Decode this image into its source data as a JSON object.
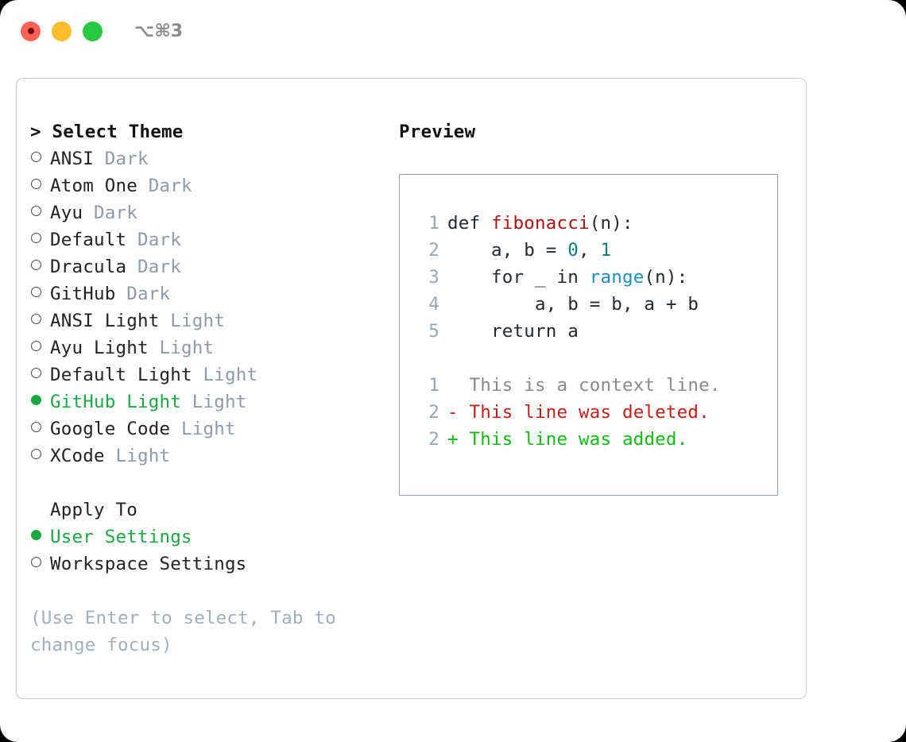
{
  "titlebar": {
    "shortcut": "⌥⌘3",
    "lights": [
      {
        "name": "close",
        "color": "#ff6159"
      },
      {
        "name": "minimize",
        "color": "#ffbd2e"
      },
      {
        "name": "maximize",
        "color": "#28c840"
      }
    ]
  },
  "theme_picker": {
    "heading": "> Select Theme",
    "items": [
      {
        "name": "ANSI",
        "tag": "Dark",
        "selected": false
      },
      {
        "name": "Atom One",
        "tag": "Dark",
        "selected": false
      },
      {
        "name": "Ayu",
        "tag": "Dark",
        "selected": false
      },
      {
        "name": "Default",
        "tag": "Dark",
        "selected": false
      },
      {
        "name": "Dracula",
        "tag": "Dark",
        "selected": false
      },
      {
        "name": "GitHub",
        "tag": "Dark",
        "selected": false
      },
      {
        "name": "ANSI Light",
        "tag": "Light",
        "selected": false
      },
      {
        "name": "Ayu Light",
        "tag": "Light",
        "selected": false
      },
      {
        "name": "Default Light",
        "tag": "Light",
        "selected": false
      },
      {
        "name": "GitHub Light",
        "tag": "Light",
        "selected": true
      },
      {
        "name": "Google Code",
        "tag": "Light",
        "selected": false
      },
      {
        "name": "XCode",
        "tag": "Light",
        "selected": false
      }
    ]
  },
  "apply_to": {
    "label": "Apply To",
    "options": [
      {
        "name": "User Settings",
        "selected": true
      },
      {
        "name": "Workspace Settings",
        "selected": false
      }
    ]
  },
  "hint": "(Use Enter to select, Tab to change focus)",
  "preview": {
    "title": "Preview",
    "code_lines": [
      {
        "no": "1",
        "tokens": [
          {
            "t": "def ",
            "c": "tok-plain"
          },
          {
            "t": "fibonacci",
            "c": "tok-func"
          },
          {
            "t": "(n):",
            "c": "tok-plain"
          }
        ]
      },
      {
        "no": "2",
        "tokens": [
          {
            "t": "    a, b = ",
            "c": "tok-plain"
          },
          {
            "t": "0",
            "c": "tok-num"
          },
          {
            "t": ", ",
            "c": "tok-plain"
          },
          {
            "t": "1",
            "c": "tok-num"
          }
        ]
      },
      {
        "no": "3",
        "tokens": [
          {
            "t": "    for _ in ",
            "c": "tok-plain"
          },
          {
            "t": "range",
            "c": "tok-call"
          },
          {
            "t": "(n):",
            "c": "tok-plain"
          }
        ]
      },
      {
        "no": "4",
        "tokens": [
          {
            "t": "        a, b = b, a + b",
            "c": "tok-plain"
          }
        ]
      },
      {
        "no": "5",
        "tokens": [
          {
            "t": "    return a",
            "c": "tok-plain"
          }
        ]
      }
    ],
    "diff_lines": [
      {
        "no": "1",
        "marker": "  ",
        "text": "This is a context line.",
        "kind": "diff-ctx"
      },
      {
        "no": "2",
        "marker": "- ",
        "text": "This line was deleted.",
        "kind": "diff-del"
      },
      {
        "no": "2",
        "marker": "+ ",
        "text": "This line was added.",
        "kind": "diff-add"
      }
    ]
  },
  "colors": {
    "accent_green": "#1aa843",
    "tag_grey": "#8e9aab",
    "hint_grey": "#a3aebb",
    "border": "#c3cad4",
    "preview_border": "#97a3b2",
    "code_func": "#b01010",
    "code_num": "#0a7d77",
    "code_call": "#1a8fc4",
    "diff_add": "#11bb11",
    "diff_del": "#c0201a",
    "diff_ctx": "#8a8a8a"
  }
}
